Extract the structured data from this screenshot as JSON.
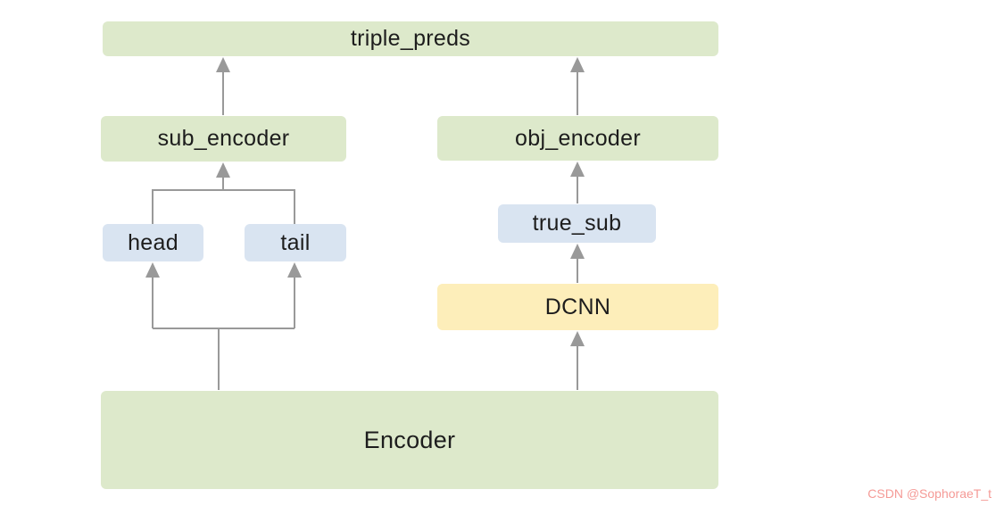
{
  "diagram": {
    "nodes": {
      "triple_preds": {
        "label": "triple_preds",
        "color": "#dde9cb"
      },
      "sub_encoder": {
        "label": "sub_encoder",
        "color": "#dde9cb"
      },
      "obj_encoder": {
        "label": "obj_encoder",
        "color": "#dde9cb"
      },
      "head": {
        "label": "head",
        "color": "#d9e4f1"
      },
      "tail": {
        "label": "tail",
        "color": "#d9e4f1"
      },
      "true_sub": {
        "label": "true_sub",
        "color": "#d9e4f1"
      },
      "dcnn": {
        "label": "DCNN",
        "color": "#fdeeba"
      },
      "encoder": {
        "label": "Encoder",
        "color": "#dde9cb"
      }
    },
    "edges": [
      {
        "from": "sub_encoder",
        "to": "triple_preds"
      },
      {
        "from": "obj_encoder",
        "to": "triple_preds"
      },
      {
        "from": "head",
        "to": "sub_encoder"
      },
      {
        "from": "tail",
        "to": "sub_encoder"
      },
      {
        "from": "encoder",
        "to": "head"
      },
      {
        "from": "encoder",
        "to": "tail"
      },
      {
        "from": "encoder",
        "to": "dcnn"
      },
      {
        "from": "dcnn",
        "to": "true_sub"
      },
      {
        "from": "true_sub",
        "to": "obj_encoder"
      }
    ],
    "arrow_color": "#999999"
  },
  "watermark": {
    "text": "CSDN @SophoraeT_t",
    "color": "#f59a96"
  }
}
